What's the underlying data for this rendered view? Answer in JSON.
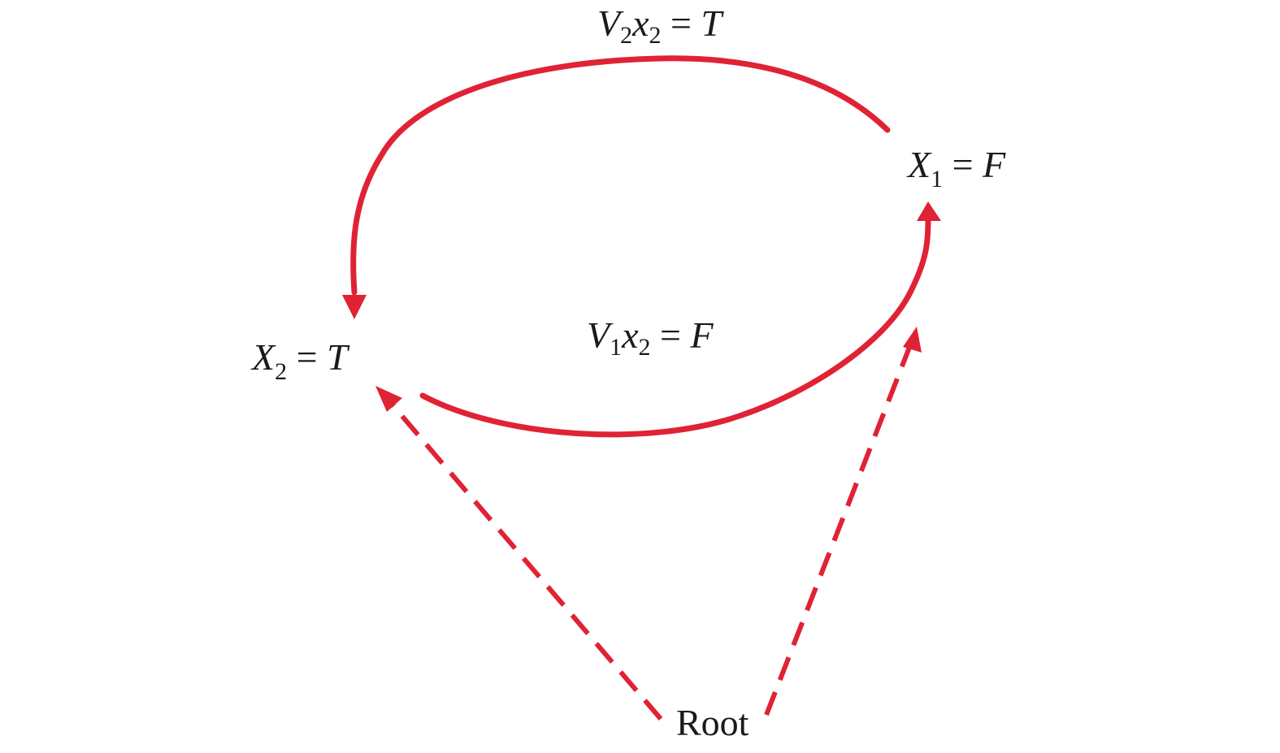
{
  "colors": {
    "edge": "#e02235",
    "text": "#1a1a1a",
    "background": "#ffffff"
  },
  "nodes": {
    "x1": {
      "var": "X",
      "sub": "1",
      "eq": " = ",
      "val": "F"
    },
    "x2": {
      "var": "X",
      "sub": "2",
      "eq": " = ",
      "val": "T"
    },
    "root": {
      "label": "Root"
    }
  },
  "edges": {
    "top": {
      "v": "V",
      "vsub": "2",
      "x": "x",
      "xsub": "2",
      "eq": " = ",
      "val": "T"
    },
    "bottom": {
      "v": "V",
      "vsub": "1",
      "x": "x",
      "xsub": "2",
      "eq": " = ",
      "val": "F"
    }
  }
}
